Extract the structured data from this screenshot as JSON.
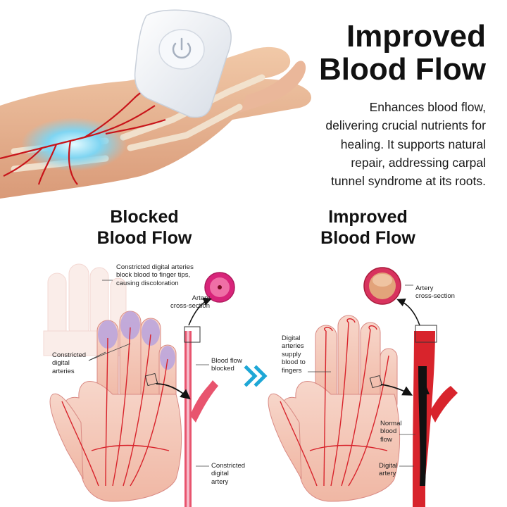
{
  "headline": {
    "line1": "Improved",
    "line2": "Blood Flow"
  },
  "description": {
    "line1": "Enhances blood flow,",
    "line2": "delivering crucial nutrients for",
    "line3": "healing. It supports natural",
    "line4": "repair, addressing carpal",
    "line5": "tunnel syndrome at its roots."
  },
  "blocked": {
    "heading_line1": "Blocked",
    "heading_line2": "Blood Flow",
    "note_top": "Constricted digital arteries\nblock blood to finger tips,\ncausing discoloration",
    "note_artery": "Artery\ncross-section",
    "note_left": "Constricted\ndigital\narteries",
    "note_flow": "Blood flow\nblocked",
    "note_bottom": "Constricted\ndigital\nartery"
  },
  "improved": {
    "heading_line1": "Improved",
    "heading_line2": "Blood Flow",
    "note_artery": "Artery\ncross-section",
    "note_left": "Digital\narteries\nsupply\nblood to\nfingers",
    "note_flow": "Normal\nblood\nflow",
    "note_bottom": "Digital\nartery"
  },
  "colors": {
    "artery_red": "#d8242c",
    "skin": "#f4c9b7",
    "accent_cyan": "#1ea7d6"
  },
  "icons": {
    "transition": "double-chevron-right-icon",
    "device_power": "power-icon"
  }
}
